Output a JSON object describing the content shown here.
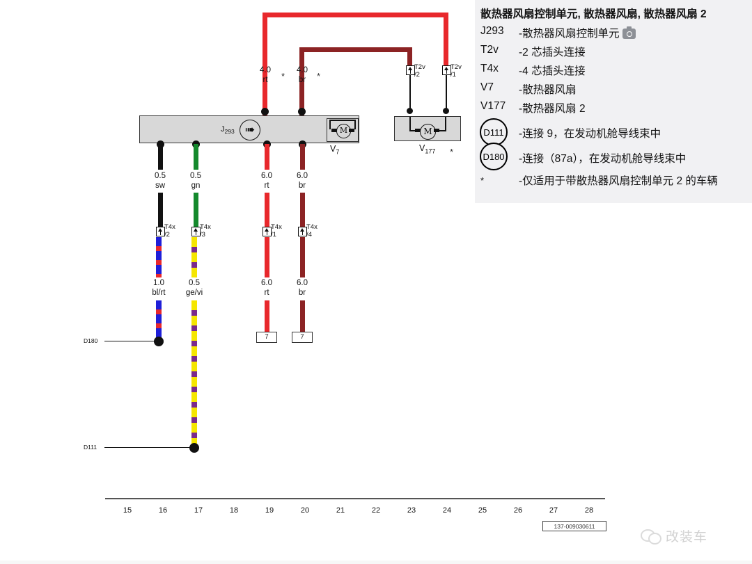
{
  "legend": {
    "title": "散热器风扇控制单元, 散热器风扇, 散热器风扇 2",
    "panel_bg": "#f1f1f3",
    "items": [
      {
        "key": "J293",
        "desc": "-散热器风扇控制单元",
        "icon": "camera-icon"
      },
      {
        "key": "T2v",
        "desc": "-2 芯插头连接",
        "icon": ""
      },
      {
        "key": "T4x",
        "desc": "-4 芯插头连接",
        "icon": ""
      },
      {
        "key": "V7",
        "desc": "-散热器风扇",
        "icon": ""
      },
      {
        "key": "V177",
        "desc": "-散热器风扇 2",
        "icon": ""
      },
      {
        "key": "D111",
        "desc": "-连接 9，在发动机舱导线束中",
        "icon": "circle"
      },
      {
        "key": "D180",
        "desc": "-连接（87a），在发动机舱导线束中",
        "icon": "circle"
      },
      {
        "key": "*",
        "desc": "-仅适用于带散热器风扇控制单元 2 的车辆",
        "icon": ""
      }
    ]
  },
  "diagram": {
    "control_unit": {
      "label": "J",
      "label_sub": "293",
      "symbol": "thyristor-icon"
    },
    "fan_v7": {
      "label": "V",
      "label_sub": "7",
      "symbol": "motor-icon"
    },
    "fan_v177": {
      "label": "V",
      "label_sub": "177",
      "symbol": "motor-icon",
      "star": "*"
    },
    "top_wires": [
      {
        "gauge": "4.0",
        "color_code": "rt",
        "color": "#e8282c",
        "star": "*"
      },
      {
        "gauge": "4.0",
        "color_code": "br",
        "color": "#8c2324",
        "star": "*"
      }
    ],
    "bottom_wires": [
      {
        "gauge": "0.5",
        "color_code": "sw",
        "color": "#111111"
      },
      {
        "gauge": "0.5",
        "color_code": "gn",
        "color": "#14892c"
      },
      {
        "gauge": "6.0",
        "color_code": "rt",
        "color": "#e8282c"
      },
      {
        "gauge": "6.0",
        "color_code": "br",
        "color": "#8c2324"
      }
    ],
    "lower_wires": [
      {
        "gauge": "1.0",
        "color_code": "bl/rt",
        "color": "#1f1fd8"
      },
      {
        "gauge": "0.5",
        "color_code": "ge/vi",
        "color": "#f5e600"
      },
      {
        "gauge": "6.0",
        "color_code": "rt",
        "color": "#e8282c"
      },
      {
        "gauge": "6.0",
        "color_code": "br",
        "color": "#8c2324"
      }
    ],
    "t2v_connectors": [
      {
        "name": "T2v",
        "pin": "/2"
      },
      {
        "name": "T2v",
        "pin": "/1"
      }
    ],
    "t4x_connectors": [
      {
        "name": "T4x",
        "pin": "/2"
      },
      {
        "name": "T4x",
        "pin": "/3"
      },
      {
        "name": "T4x",
        "pin": "/1"
      },
      {
        "name": "T4x",
        "pin": "/4"
      }
    ],
    "fuses": [
      {
        "label": "7"
      },
      {
        "label": "7"
      }
    ],
    "splices": [
      {
        "label": "D180"
      },
      {
        "label": "D111"
      }
    ]
  },
  "ruler": {
    "numbers": [
      "15",
      "16",
      "17",
      "18",
      "19",
      "20",
      "21",
      "22",
      "23",
      "24",
      "25",
      "26",
      "27",
      "28"
    ],
    "part_number": "137-009030611"
  },
  "watermark": {
    "text": "改装车",
    "icon": "wechat-icon"
  }
}
